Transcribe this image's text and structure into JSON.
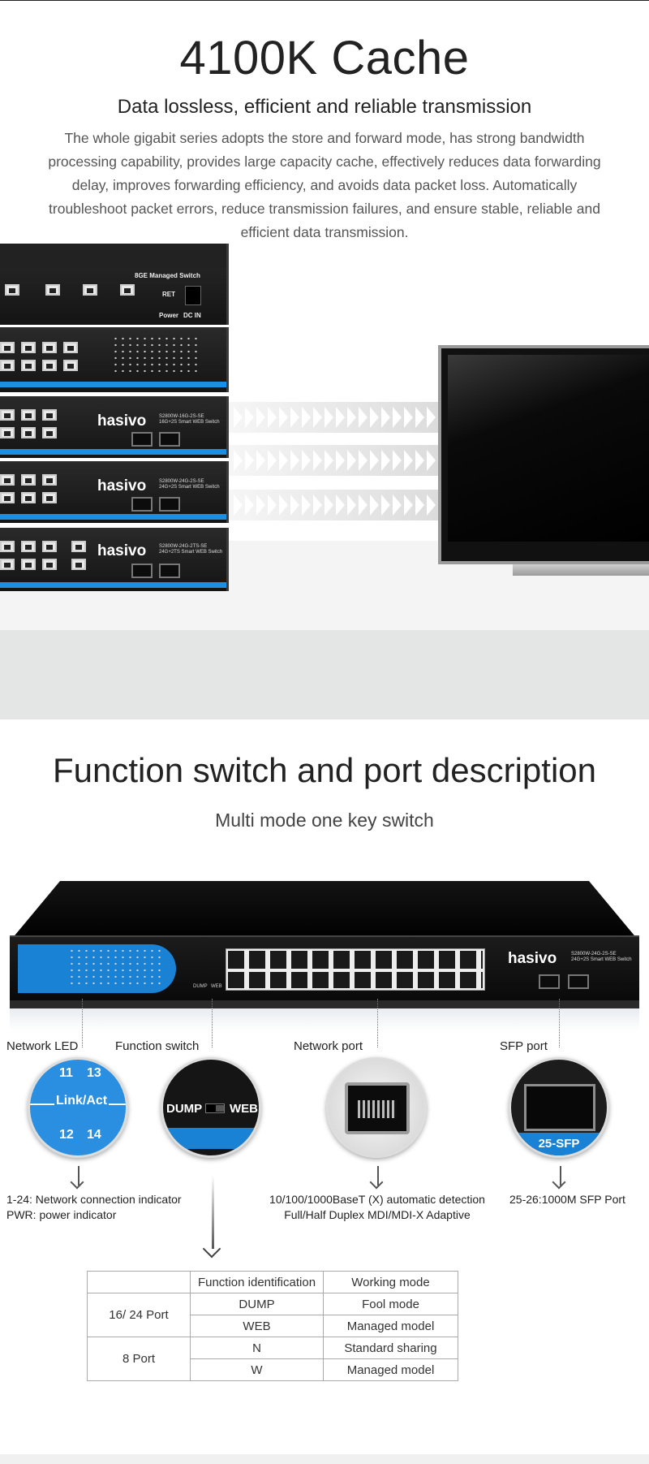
{
  "section1": {
    "title": "4100K Cache",
    "subtitle": "Data lossless, efficient and reliable transmission",
    "description": "The whole gigabit series adopts the store and forward mode, has strong bandwidth processing capability, provides large capacity cache, effectively reduces data forwarding delay, improves forwarding efficiency, and avoids data packet loss. Automatically troubleshoot packet errors, reduce transmission failures, and ensure stable, reliable and efficient data transmission.",
    "switches": {
      "top_label": "8GE Managed Switch",
      "ret_label": "RET",
      "power_label": "Power",
      "dcin_label": "DC IN",
      "brand": "hasivo",
      "model_a": "S2800W-16G-2S-SE\n16G+2S Smart WEB Switch",
      "model_b": "S2800W-24G-2S-SE\n24G+2S Smart WEB Switch",
      "model_c": "S2800W-24G-2TS-SE\n24G+2TS Smart WEB Switch"
    }
  },
  "section2": {
    "title": "Function switch and port description",
    "subtitle": "Multi mode one key switch",
    "switch_brand": "hasivo",
    "switch_model": "S2800W-24G-2S-SE\n24G+2S Smart WEB Switch",
    "dump_label": "DUMP",
    "web_label": "WEB",
    "callouts": {
      "led": {
        "label": "Network LED",
        "nums": [
          "11",
          "13",
          "12",
          "14"
        ],
        "link_act": "Link/Act",
        "desc_line1": "1-24: Network connection indicator",
        "desc_line2": "PWR: power indicator"
      },
      "fs": {
        "label": "Function switch",
        "dump": "DUMP",
        "web": "WEB"
      },
      "np": {
        "label": "Network port",
        "desc_line1": "10/100/1000BaseT (X) automatic detection",
        "desc_line2": "Full/Half Duplex MDI/MDI-X Adaptive"
      },
      "sfp": {
        "label": "SFP port",
        "inner": "25-SFP",
        "desc": "25-26:1000M SFP Port"
      }
    },
    "table": {
      "headers": [
        "",
        "Function identification",
        "Working mode"
      ],
      "group1_label": "16/ 24 Port",
      "group1_rows": [
        {
          "id": "DUMP",
          "mode": "Fool mode"
        },
        {
          "id": "WEB",
          "mode": "Managed model"
        }
      ],
      "group2_label": "8 Port",
      "group2_rows": [
        {
          "id": "N",
          "mode": "Standard sharing"
        },
        {
          "id": "W",
          "mode": "Managed model"
        }
      ]
    }
  }
}
